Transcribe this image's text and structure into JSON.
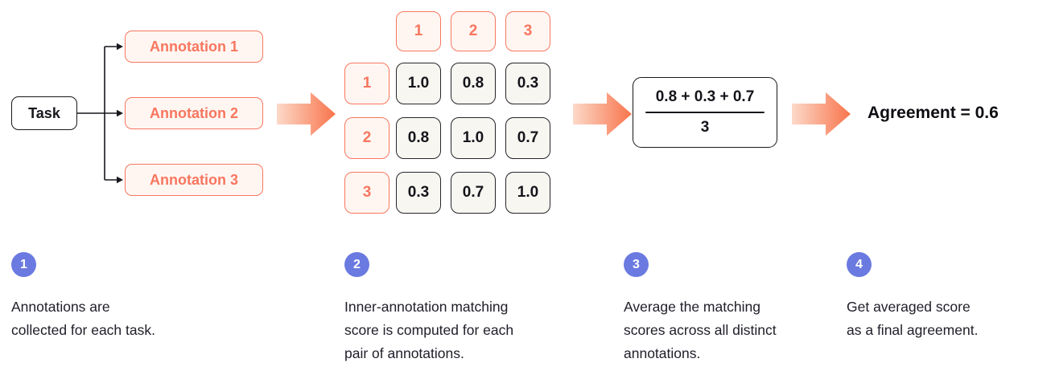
{
  "flow": {
    "task_label": "Task",
    "annotations": [
      "Annotation 1",
      "Annotation 2",
      "Annotation 3"
    ]
  },
  "matrix": {
    "col_headers": [
      "1",
      "2",
      "3"
    ],
    "row_headers": [
      "1",
      "2",
      "3"
    ],
    "values": [
      [
        "1.0",
        "0.8",
        "0.3"
      ],
      [
        "0.8",
        "1.0",
        "0.7"
      ],
      [
        "0.3",
        "0.7",
        "1.0"
      ]
    ]
  },
  "average": {
    "numerator": "0.8 + 0.3 + 0.7",
    "denominator": "3"
  },
  "result_label": "Agreement = 0.6",
  "steps": [
    {
      "number": "1",
      "text": "Annotations are collected for each task."
    },
    {
      "number": "2",
      "text": "Inner-annotation matching score is computed for each pair of annotations."
    },
    {
      "number": "3",
      "text": "Average the matching scores across all distinct annotations."
    },
    {
      "number": "4",
      "text": "Get averaged score as a final agreement."
    }
  ],
  "colors": {
    "coral": "#f8765f",
    "coral_light": "#fff6f2",
    "badge_blue": "#6b7ae0",
    "text_dark": "#17171d"
  }
}
